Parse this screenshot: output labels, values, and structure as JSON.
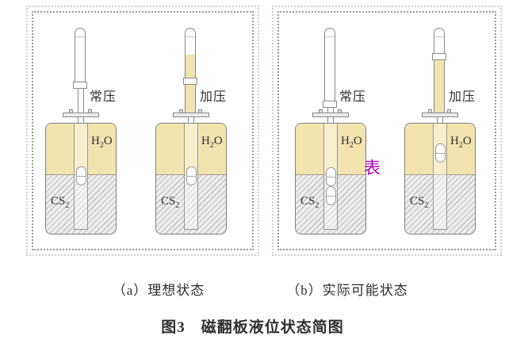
{
  "figure": {
    "title": "图3　磁翻板液位状态简图",
    "annotation": "表"
  },
  "panels": [
    {
      "id": "a",
      "caption": "（a）理想状态",
      "vessels": [
        {
          "pressure": "常压"
        },
        {
          "pressure": "加压"
        }
      ]
    },
    {
      "id": "b",
      "caption": "（b）实际可能状态",
      "vessels": [
        {
          "pressure": "常压"
        },
        {
          "pressure": "加压"
        }
      ]
    }
  ],
  "substances": {
    "upper": {
      "pre": "H",
      "sub": "2",
      "post": "O"
    },
    "lower": {
      "pre": "CS",
      "sub": "2",
      "post": ""
    }
  },
  "colors": {
    "water": "#f2e4af",
    "hatch-line": "#c2c2c2",
    "hatch-bg": "#ededed",
    "outline": "#8a8a8a",
    "annotation": "#aa00aa",
    "text": "#2f2f2f"
  }
}
